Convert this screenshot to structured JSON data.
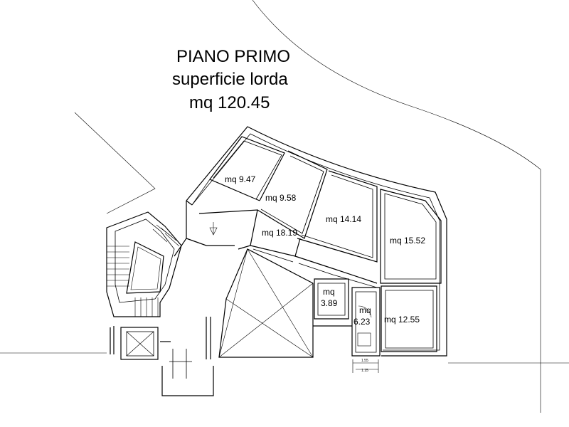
{
  "header": {
    "floor_name": "PIANO PRIMO",
    "area_label": "superficie lorda",
    "area_value": "mq 120.45"
  },
  "rooms": [
    {
      "id": "room-a",
      "label": "mq 9.47"
    },
    {
      "id": "room-b",
      "label": "mq 9.58"
    },
    {
      "id": "room-c",
      "label": "mq 14.14"
    },
    {
      "id": "room-d",
      "label": "mq 18.19"
    },
    {
      "id": "room-e",
      "label": "mq 15.52"
    },
    {
      "id": "room-f",
      "label_line1": "mq",
      "label_line2": "3.89"
    },
    {
      "id": "room-g",
      "label_line1": "mq",
      "label_line2": "6.23"
    },
    {
      "id": "room-h",
      "label": "mq 12.55"
    }
  ],
  "dimensions": {
    "dim_top": "1.55",
    "dim_bottom": "1.15"
  }
}
